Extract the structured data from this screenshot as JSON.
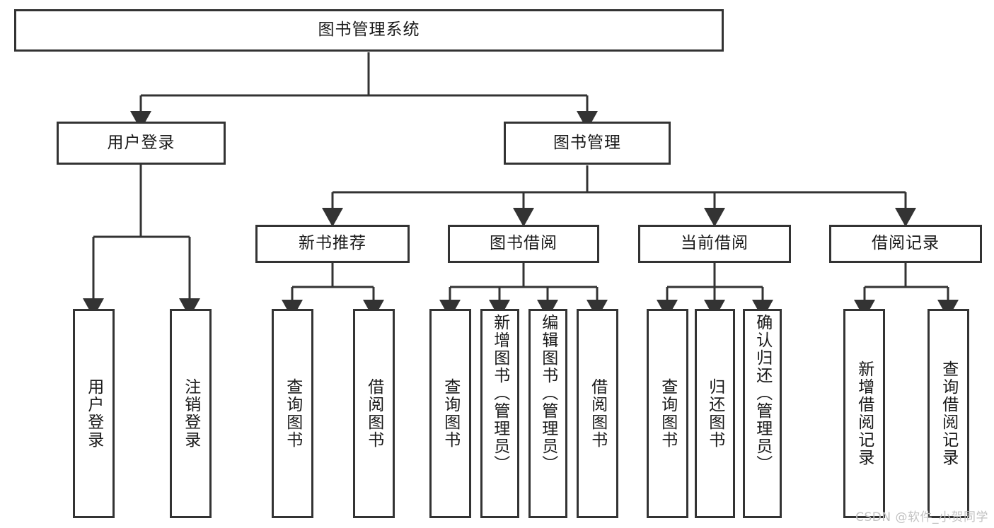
{
  "diagram": {
    "title": "图书管理系统",
    "type": "tree-hierarchy",
    "root": {
      "label": "图书管理系统",
      "id": "root"
    },
    "level2": [
      {
        "id": "user-login",
        "label": "用户登录"
      },
      {
        "id": "book-manage",
        "label": "图书管理"
      }
    ],
    "level3": [
      {
        "id": "new-book-recommend",
        "label": "新书推荐",
        "parent": "book-manage"
      },
      {
        "id": "book-borrow",
        "label": "图书借阅",
        "parent": "book-manage"
      },
      {
        "id": "current-borrow",
        "label": "当前借阅",
        "parent": "book-manage"
      },
      {
        "id": "borrow-record",
        "label": "借阅记录",
        "parent": "book-manage"
      }
    ],
    "leaves": [
      {
        "id": "leaf-user-login",
        "label": "用户登录",
        "parent": "user-login"
      },
      {
        "id": "leaf-user-logout",
        "label": "注销登录",
        "parent": "user-login"
      },
      {
        "id": "leaf-query-book-1",
        "label": "查询图书",
        "parent": "new-book-recommend"
      },
      {
        "id": "leaf-borrow-book-1",
        "label": "借阅图书",
        "parent": "new-book-recommend"
      },
      {
        "id": "leaf-query-book-2",
        "label": "查询图书",
        "parent": "book-borrow"
      },
      {
        "id": "leaf-add-book",
        "label": "新增图书（管理员）",
        "parent": "book-borrow"
      },
      {
        "id": "leaf-edit-book",
        "label": "编辑图书（管理员）",
        "parent": "book-borrow"
      },
      {
        "id": "leaf-borrow-book-2",
        "label": "借阅图书",
        "parent": "book-borrow"
      },
      {
        "id": "leaf-query-book-3",
        "label": "查询图书",
        "parent": "current-borrow"
      },
      {
        "id": "leaf-return-book",
        "label": "归还图书",
        "parent": "current-borrow"
      },
      {
        "id": "leaf-confirm-return",
        "label": "确认归还（管理员）",
        "parent": "current-borrow"
      },
      {
        "id": "leaf-add-record",
        "label": "新增借阅记录",
        "parent": "borrow-record"
      },
      {
        "id": "leaf-query-record",
        "label": "查询借阅记录",
        "parent": "borrow-record"
      }
    ],
    "watermark": "CSDN @软件_小贺同学",
    "colors": {
      "stroke": "#333333",
      "background": "#ffffff",
      "text": "#1a1a1a",
      "watermark": "#c2c2c2"
    }
  }
}
